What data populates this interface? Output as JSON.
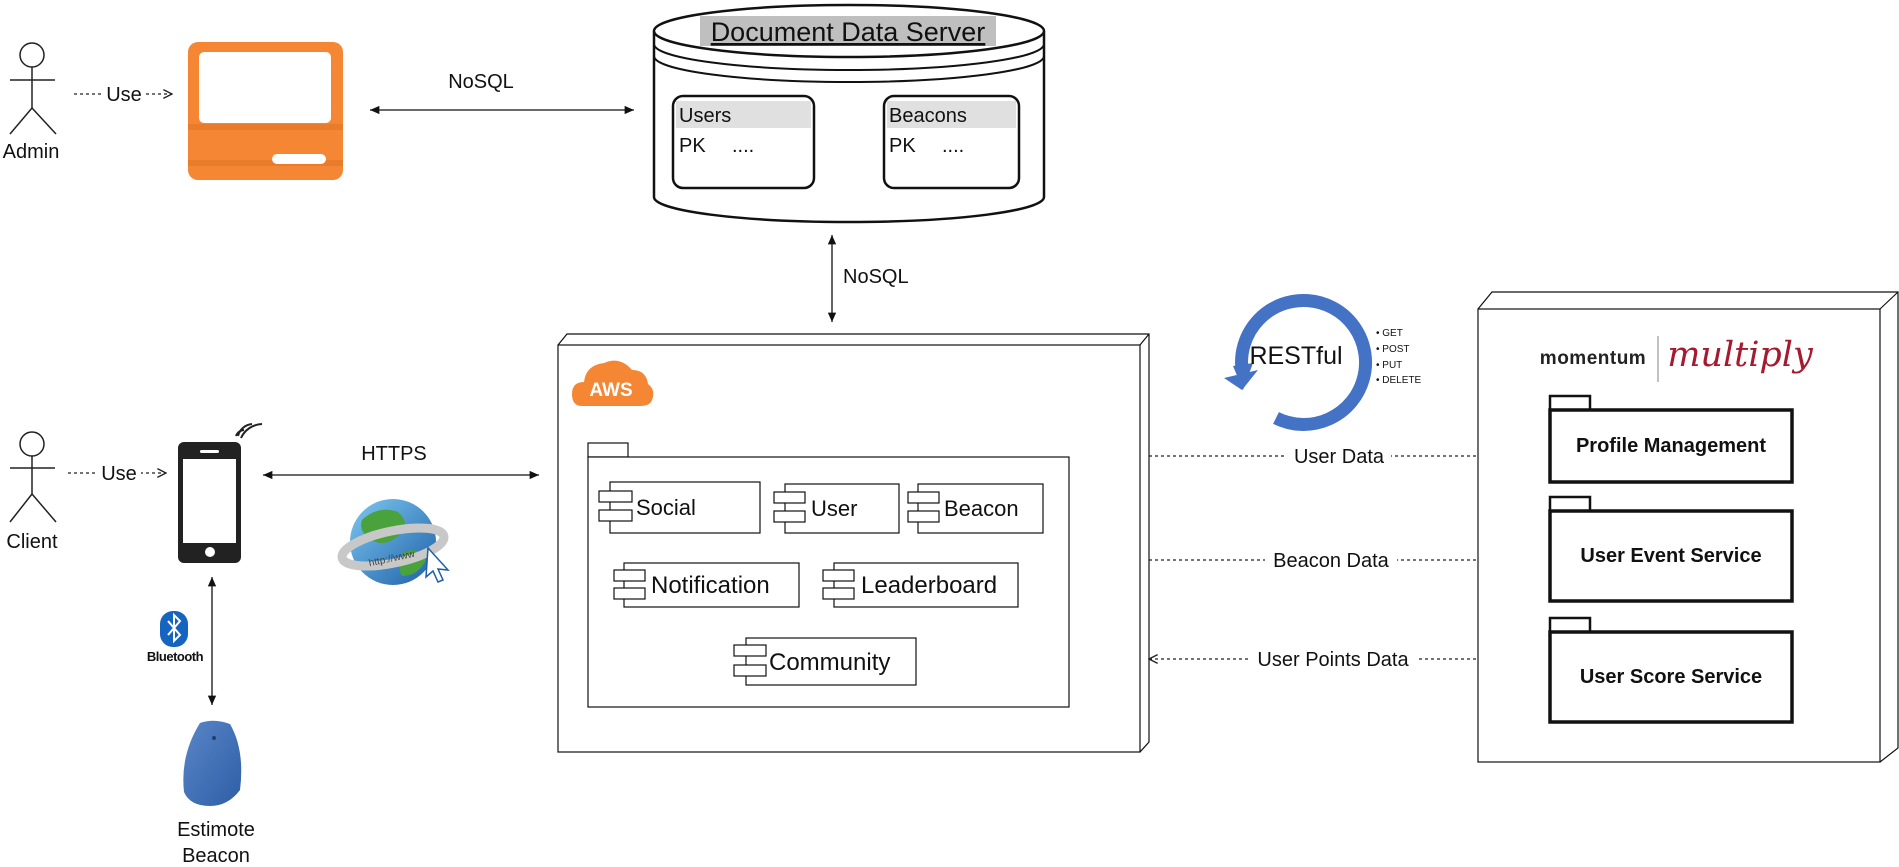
{
  "actors": {
    "admin": "Admin",
    "client": "Client"
  },
  "edges": {
    "admin_use": "Use",
    "client_use": "Use",
    "admin_to_db": "NoSQL",
    "db_to_aws": "NoSQL",
    "client_to_aws": "HTTPS",
    "user_data": "User Data",
    "beacon_data": "Beacon Data",
    "user_points_data": "User Points Data"
  },
  "database": {
    "title": "Document Data Server",
    "tables": [
      {
        "name": "Users",
        "pk": "PK",
        "more": "...."
      },
      {
        "name": "Beacons",
        "pk": "PK",
        "more": "...."
      }
    ]
  },
  "aws": {
    "logo_text": "AWS",
    "components": [
      "Social",
      "User",
      "Beacon",
      "Notification",
      "Leaderboard",
      "Community"
    ]
  },
  "restful": {
    "title": "RESTful",
    "methods": [
      "GET",
      "POST",
      "PUT",
      "DELETE"
    ]
  },
  "momentum": {
    "brand_left": "momentum",
    "brand_right": "multiply",
    "services": [
      "Profile Management",
      "User Event Service",
      "User Score Service"
    ]
  },
  "beacon": {
    "label_line1": "Estimote",
    "label_line2": "Beacon"
  },
  "bluetooth": {
    "label": "Bluetooth"
  },
  "globe": {
    "caption": "http://www"
  },
  "colors": {
    "laptop_orange": "#F58634",
    "aws_orange": "#F58634",
    "restful_blue": "#4472C4",
    "beacon_blue": "#3E6DB5",
    "momentum_red": "#A6192E",
    "db_header_gray": "#BFBFBF",
    "table_header_gray": "#E0E0E0"
  }
}
